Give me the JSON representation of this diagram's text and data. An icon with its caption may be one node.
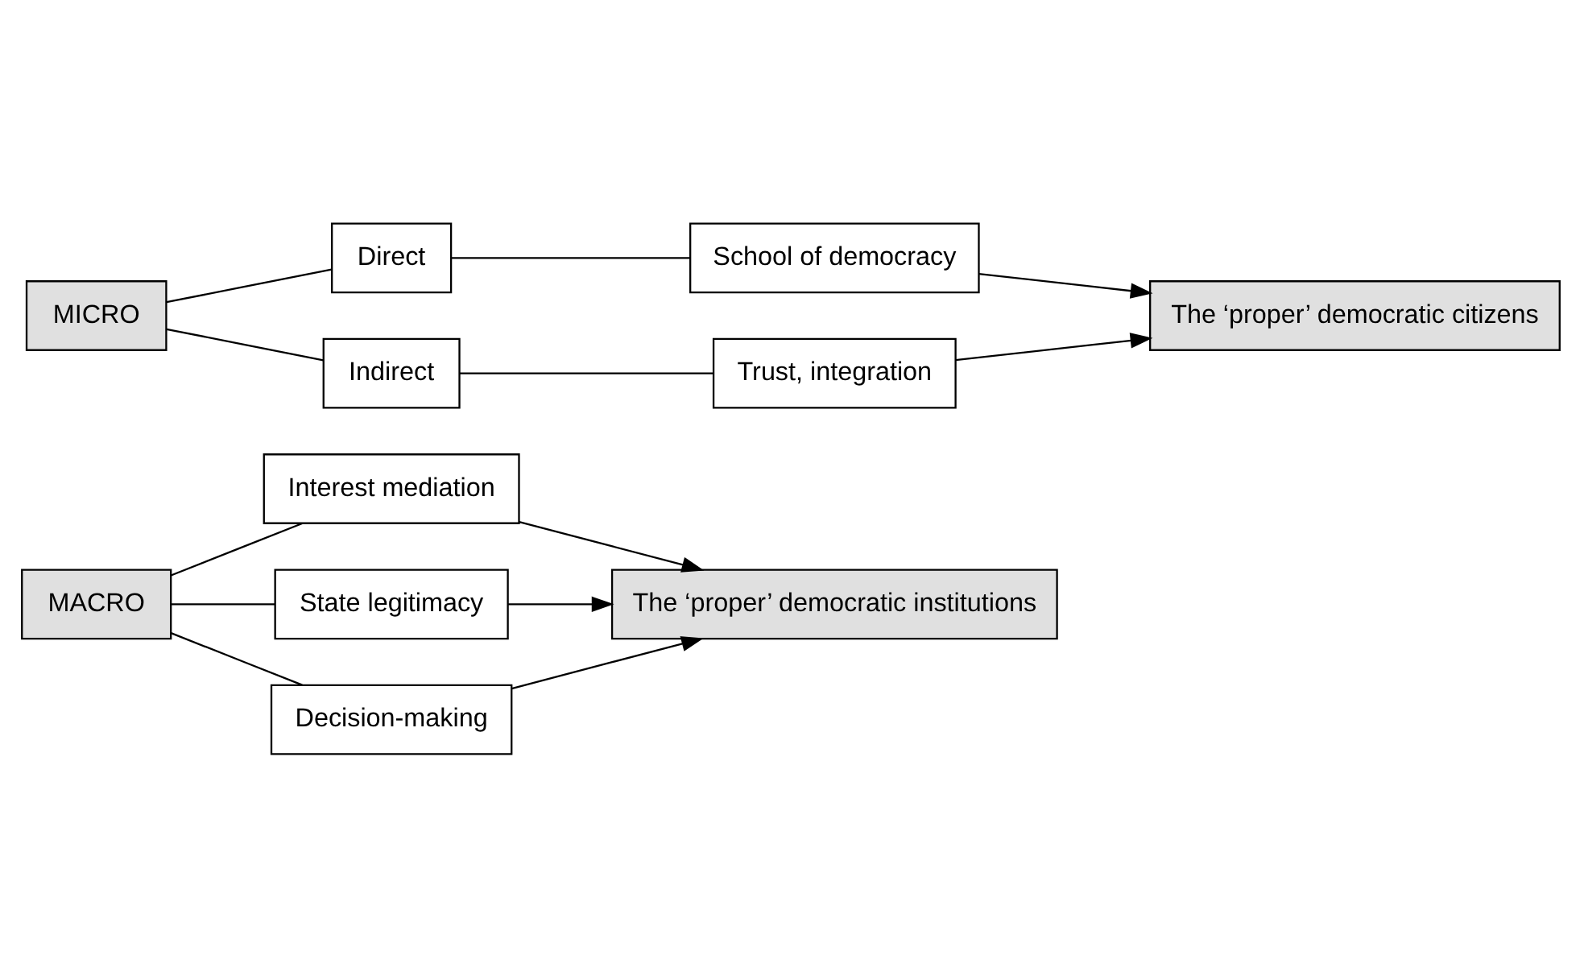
{
  "diagram": {
    "nodes": [
      {
        "text": [
          "MACRO"
        ]
      },
      {
        "text": [
          "Interest mediation"
        ]
      },
      {
        "text": [
          "State legitimacy"
        ]
      },
      {
        "text": [
          "Decision-making"
        ]
      },
      {
        "text": [
          "The ‘proper’ democratic institutions"
        ]
      },
      {
        "text": [
          "MICRO"
        ]
      },
      {
        "text": [
          "Direct"
        ]
      },
      {
        "text": [
          "Indirect"
        ]
      },
      {
        "text": [
          "School of democracy"
        ]
      },
      {
        "text": [
          "Trust, integration"
        ]
      },
      {
        "text": [
          "The ‘proper’ democratic citizens"
        ]
      }
    ],
    "edges": [
      {
        "from": 0,
        "to": 1,
        "arrow": "none"
      },
      {
        "from": 0,
        "to": 2,
        "arrow": "none"
      },
      {
        "from": 0,
        "to": 3,
        "arrow": "none"
      },
      {
        "from": 1,
        "to": 4,
        "arrow": "to"
      },
      {
        "from": 2,
        "to": 4,
        "arrow": "to"
      },
      {
        "from": 3,
        "to": 4,
        "arrow": "to"
      },
      {
        "from": 5,
        "to": 6,
        "arrow": "none"
      },
      {
        "from": 5,
        "to": 7,
        "arrow": "none"
      },
      {
        "from": 6,
        "to": 8,
        "arrow": "none"
      },
      {
        "from": 7,
        "to": 9,
        "arrow": "none"
      },
      {
        "from": 8,
        "to": 10,
        "arrow": "to"
      },
      {
        "from": 9,
        "to": 10,
        "arrow": "to"
      }
    ]
  }
}
